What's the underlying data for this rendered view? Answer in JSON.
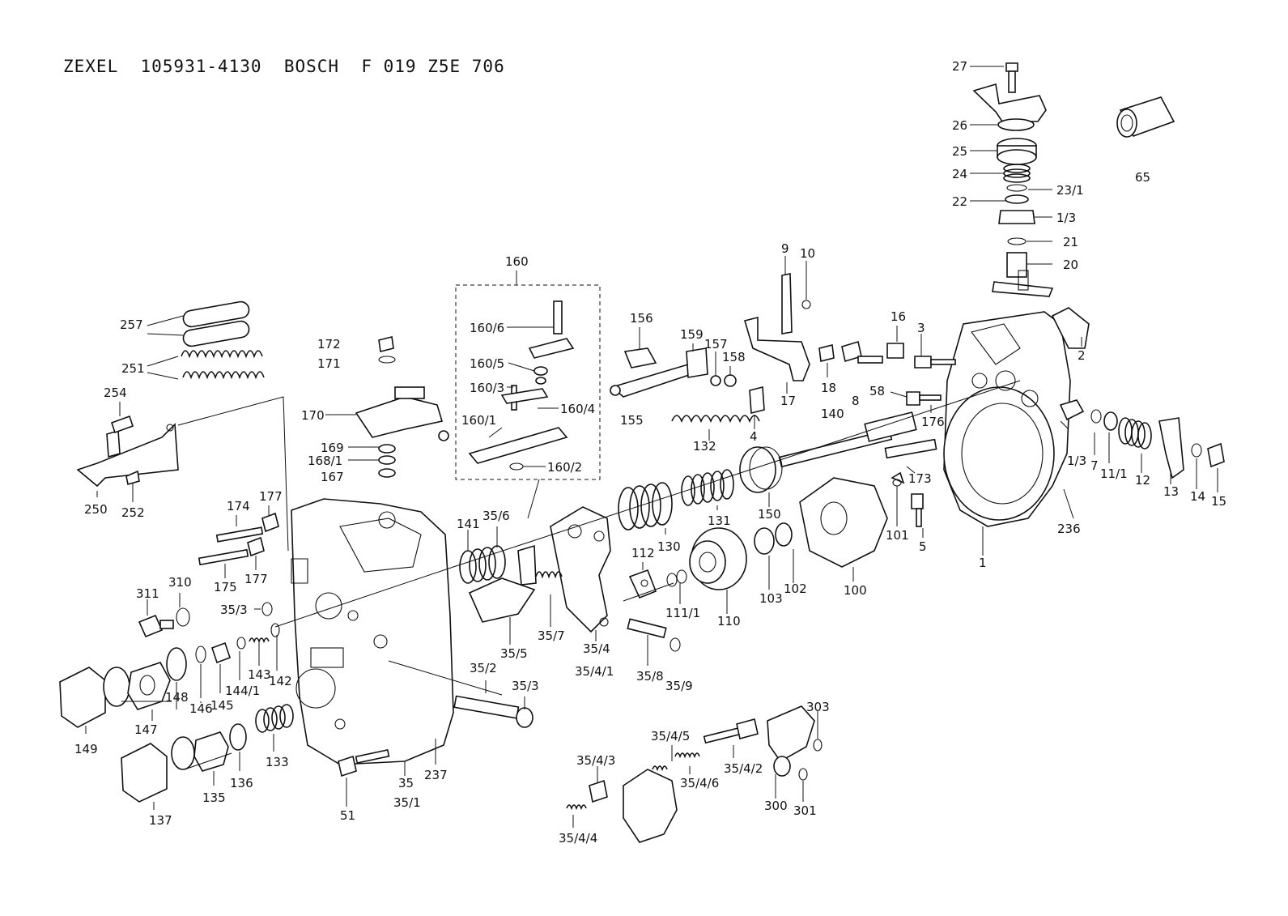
{
  "header": {
    "title": "ZEXEL  105931-4130  BOSCH  F 019 Z5E 706"
  },
  "labels": [
    {
      "id": "l27",
      "text": "27"
    },
    {
      "id": "l26",
      "text": "26"
    },
    {
      "id": "l25",
      "text": "25"
    },
    {
      "id": "l24",
      "text": "24"
    },
    {
      "id": "l23_1",
      "text": "23/1"
    },
    {
      "id": "l22",
      "text": "22"
    },
    {
      "id": "l1_3a",
      "text": "1/3"
    },
    {
      "id": "l21",
      "text": "21"
    },
    {
      "id": "l20",
      "text": "20"
    },
    {
      "id": "l65",
      "text": "65"
    },
    {
      "id": "l2",
      "text": "2"
    },
    {
      "id": "l16",
      "text": "16"
    },
    {
      "id": "l3",
      "text": "3"
    },
    {
      "id": "l58",
      "text": "58"
    },
    {
      "id": "l176",
      "text": "176"
    },
    {
      "id": "l1_3b",
      "text": "1/3"
    },
    {
      "id": "l7",
      "text": "7"
    },
    {
      "id": "l11_1",
      "text": "11/1"
    },
    {
      "id": "l12",
      "text": "12"
    },
    {
      "id": "l13",
      "text": "13"
    },
    {
      "id": "l14",
      "text": "14"
    },
    {
      "id": "l15",
      "text": "15"
    },
    {
      "id": "l236",
      "text": "236"
    },
    {
      "id": "l1",
      "text": "1"
    },
    {
      "id": "l5",
      "text": "5"
    },
    {
      "id": "l173",
      "text": "173"
    },
    {
      "id": "l101",
      "text": "101"
    },
    {
      "id": "l9",
      "text": "9"
    },
    {
      "id": "l10",
      "text": "10"
    },
    {
      "id": "l17",
      "text": "17"
    },
    {
      "id": "l18",
      "text": "18"
    },
    {
      "id": "l8",
      "text": "8"
    },
    {
      "id": "l140",
      "text": "140"
    },
    {
      "id": "l156",
      "text": "156"
    },
    {
      "id": "l159",
      "text": "159"
    },
    {
      "id": "l157",
      "text": "157"
    },
    {
      "id": "l158",
      "text": "158"
    },
    {
      "id": "l155",
      "text": "155"
    },
    {
      "id": "l132",
      "text": "132"
    },
    {
      "id": "l4",
      "text": "4"
    },
    {
      "id": "l150",
      "text": "150"
    },
    {
      "id": "l131",
      "text": "131"
    },
    {
      "id": "l130",
      "text": "130"
    },
    {
      "id": "l100",
      "text": "100"
    },
    {
      "id": "l103",
      "text": "103"
    },
    {
      "id": "l102",
      "text": "102"
    },
    {
      "id": "l110",
      "text": "110"
    },
    {
      "id": "l112",
      "text": "112"
    },
    {
      "id": "l111_1",
      "text": "111/1"
    },
    {
      "id": "l160",
      "text": "160"
    },
    {
      "id": "l160_6",
      "text": "160/6"
    },
    {
      "id": "l160_5",
      "text": "160/5"
    },
    {
      "id": "l160_3",
      "text": "160/3"
    },
    {
      "id": "l160_4",
      "text": "160/4"
    },
    {
      "id": "l160_1",
      "text": "160/1"
    },
    {
      "id": "l160_2",
      "text": "160/2"
    },
    {
      "id": "l172",
      "text": "172"
    },
    {
      "id": "l171",
      "text": "171"
    },
    {
      "id": "l170",
      "text": "170"
    },
    {
      "id": "l169",
      "text": "169"
    },
    {
      "id": "l168_1",
      "text": "168/1"
    },
    {
      "id": "l167",
      "text": "167"
    },
    {
      "id": "l257",
      "text": "257"
    },
    {
      "id": "l251",
      "text": "251"
    },
    {
      "id": "l254",
      "text": "254"
    },
    {
      "id": "l250",
      "text": "250"
    },
    {
      "id": "l252",
      "text": "252"
    },
    {
      "id": "l174",
      "text": "174"
    },
    {
      "id": "l177a",
      "text": "177"
    },
    {
      "id": "l175",
      "text": "175"
    },
    {
      "id": "l177b",
      "text": "177"
    },
    {
      "id": "l141",
      "text": "141"
    },
    {
      "id": "l35_6",
      "text": "35/6"
    },
    {
      "id": "l35_5",
      "text": "35/5"
    },
    {
      "id": "l35_7",
      "text": "35/7"
    },
    {
      "id": "l35_4",
      "text": "35/4"
    },
    {
      "id": "l35_4_1",
      "text": "35/4/1"
    },
    {
      "id": "l35_8",
      "text": "35/8"
    },
    {
      "id": "l35_9",
      "text": "35/9"
    },
    {
      "id": "l311",
      "text": "311"
    },
    {
      "id": "l310",
      "text": "310"
    },
    {
      "id": "l35_3a",
      "text": "35/3"
    },
    {
      "id": "l143",
      "text": "143"
    },
    {
      "id": "l142",
      "text": "142"
    },
    {
      "id": "l144_1",
      "text": "144/1"
    },
    {
      "id": "l145",
      "text": "145"
    },
    {
      "id": "l146",
      "text": "146"
    },
    {
      "id": "l148",
      "text": "148"
    },
    {
      "id": "l147",
      "text": "147"
    },
    {
      "id": "l149",
      "text": "149"
    },
    {
      "id": "l35_2",
      "text": "35/2"
    },
    {
      "id": "l35_3b",
      "text": "35/3"
    },
    {
      "id": "l133",
      "text": "133"
    },
    {
      "id": "l136",
      "text": "136"
    },
    {
      "id": "l135",
      "text": "135"
    },
    {
      "id": "l137",
      "text": "137"
    },
    {
      "id": "l51",
      "text": "51"
    },
    {
      "id": "l35",
      "text": "35"
    },
    {
      "id": "l35_1",
      "text": "35/1"
    },
    {
      "id": "l237",
      "text": "237"
    },
    {
      "id": "l35_4_5",
      "text": "35/4/5"
    },
    {
      "id": "l35_4_3",
      "text": "35/4/3"
    },
    {
      "id": "l35_4_2",
      "text": "35/4/2"
    },
    {
      "id": "l35_4_6",
      "text": "35/4/6"
    },
    {
      "id": "l35_4_4",
      "text": "35/4/4"
    },
    {
      "id": "l303",
      "text": "303"
    },
    {
      "id": "l300",
      "text": "300"
    },
    {
      "id": "l301",
      "text": "301"
    }
  ]
}
